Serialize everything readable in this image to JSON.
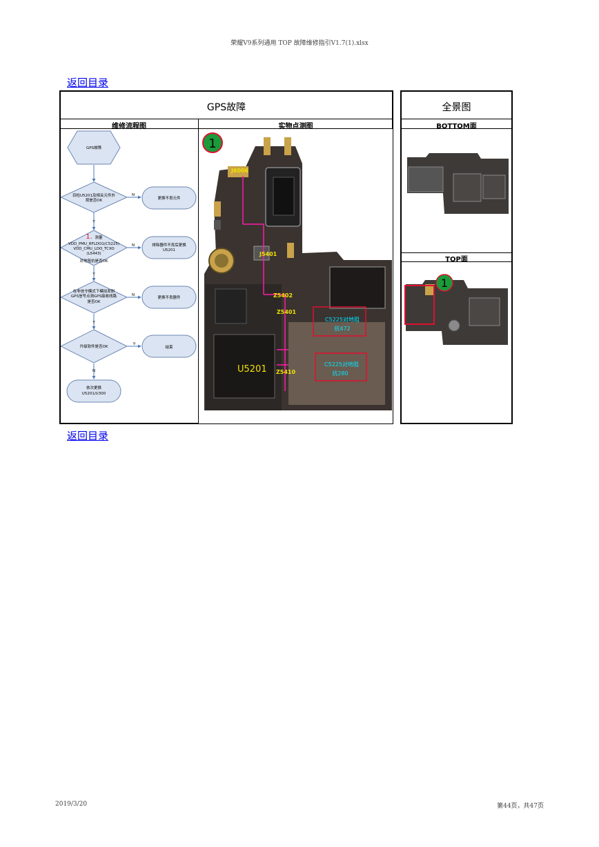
{
  "header": {
    "file_title": "荣耀V9系列通用 TOP 故障维修指引V1.7(1).xlsx"
  },
  "nav": {
    "back_top": "返回目录",
    "back_bottom": "返回目录"
  },
  "main_panel": {
    "title": "GPS故障",
    "col_flow": "维修流程图",
    "col_photo": "实物点测图"
  },
  "overview_panel": {
    "title": "全景图",
    "bottom_label": "BOTTOM面",
    "top_label": "TOP面",
    "marker": "1"
  },
  "flowchart": {
    "start": "GPS故障",
    "d1": [
      "目检U5201及相关元件外",
      "观是否OK"
    ],
    "a1": "更换不良元件",
    "d2_num": "1.",
    "d2_head": "测量",
    "d2": [
      "VDD_PMU_RFLDO1(C5225)",
      "VDD_CMU_LDO_TCXO",
      "(L5443)",
      "对地阻抗是否OK"
    ],
    "a2": [
      "排除器件不良后更换",
      "U5201"
    ],
    "d3": [
      "在非信令模式下模拟发射",
      "GPS信号点测GPS接收线路",
      "是否OK"
    ],
    "a3": "更换不良器件",
    "d4": "升级软件是否OK",
    "a4": "结束",
    "end": [
      "依次更换",
      "U5201/U300"
    ],
    "yes": "Y",
    "no": "N",
    "yes_arrow": "Y-"
  },
  "photo": {
    "marker": "1",
    "labels": {
      "j6006": "J6006",
      "j5401": "J5401",
      "z5402": "Z5402",
      "z5401": "Z5401",
      "z5410": "Z5410",
      "u5201": "U5201"
    },
    "note1": [
      "C5225对地阻",
      "抗472"
    ],
    "note2": [
      "C5225对地阻",
      "抗280"
    ]
  },
  "footer": {
    "date": "2019/3/20",
    "page": "第44页，共47页"
  },
  "colors": {
    "accent_red": "#e01030",
    "marker_green": "#1a9a3a",
    "label_yellow": "#f2e200",
    "note_cyan": "#00e5ff",
    "flow_fill": "#dbe4f2",
    "pcb": "#3a3330"
  }
}
